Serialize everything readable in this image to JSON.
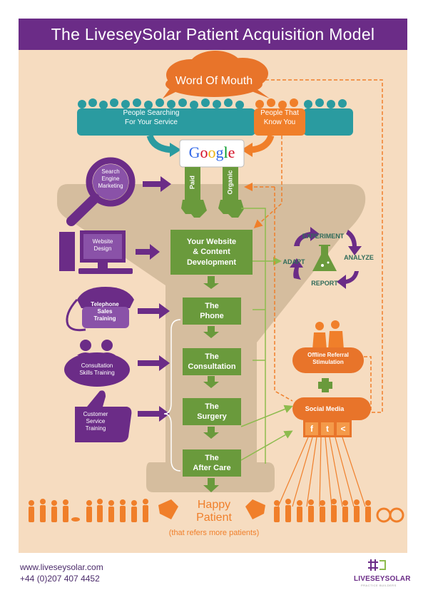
{
  "title": "The LiveseySolar Patient Acquisition Model",
  "word_of_mouth": "Word Of Mouth",
  "people_searching": [
    "People Searching",
    "For Your Service"
  ],
  "people_know": [
    "People That",
    "Know You"
  ],
  "google": [
    "G",
    "o",
    "o",
    "g",
    "l",
    "e"
  ],
  "google_colors": [
    "#3369e8",
    "#d50f25",
    "#eeb211",
    "#3369e8",
    "#009925",
    "#d50f25"
  ],
  "paid": "Paid",
  "organic": "Organic",
  "left_items": {
    "sem": [
      "Search",
      "Engine",
      "Marketing"
    ],
    "website_design": [
      "Website",
      "Design"
    ],
    "telephone": [
      "Telephone",
      "Sales",
      "Training"
    ],
    "consultation": [
      "Consultation",
      "Skills Training"
    ],
    "customer": [
      "Customer",
      "Service",
      "Training"
    ]
  },
  "steps": {
    "website": [
      "Your Website",
      "& Content",
      "Development"
    ],
    "phone": [
      "The",
      "Phone"
    ],
    "consultation": [
      "The",
      "Consultation"
    ],
    "surgery": [
      "The",
      "Surgery"
    ],
    "aftercare": [
      "The",
      "After Care"
    ]
  },
  "cycle": {
    "experiment": "EXPERIMENT",
    "adapt": "ADAPT",
    "analyze": "ANALYZE",
    "report": "REPORT"
  },
  "offline": [
    "Offline Referral",
    "Stimulation"
  ],
  "social": "Social Media",
  "social_icons": [
    "f",
    "t",
    "<"
  ],
  "happy": [
    "Happy",
    "Patient"
  ],
  "refers": "(that refers more patients)",
  "footer": {
    "url": "www.liveseysolar.com",
    "phone": "+44 (0)207 407 4452",
    "logo": "LIVESEYSOLAR",
    "logo_sub": "PRACTICE BUILDERS"
  },
  "colors": {
    "purple": "#6b2c87",
    "teal": "#2a9ba0",
    "orange": "#f07f2a",
    "green": "#6a9a3c",
    "panel": "#f6dcc0",
    "funnel": "#d5bd9e"
  }
}
